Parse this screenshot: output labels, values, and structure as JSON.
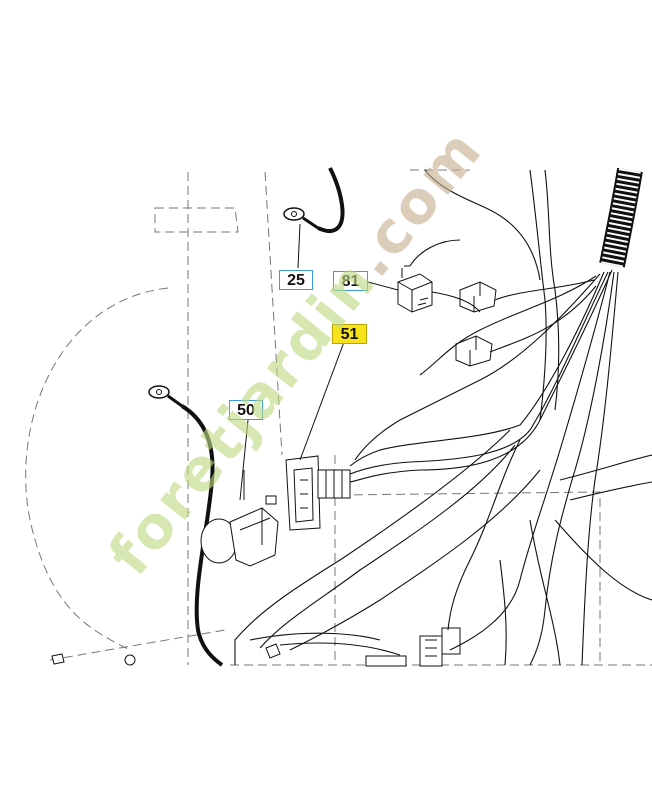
{
  "diagram": {
    "callouts": [
      {
        "id": "callout-25",
        "label": "25",
        "highlight": false
      },
      {
        "id": "callout-81",
        "label": "81",
        "highlight": false
      },
      {
        "id": "callout-51",
        "label": "51",
        "highlight": true
      },
      {
        "id": "callout-50",
        "label": "50",
        "highlight": false
      }
    ]
  },
  "watermark": {
    "text_main": "foretjardin",
    "text_suffix": ".com",
    "colors": {
      "main": "#bfd982",
      "suffix": "#c8b091"
    }
  },
  "colors": {
    "line": "#111111",
    "dashed": "#777777",
    "callout_border": "#3b9bd6",
    "callout_highlight": "#f7e21b"
  }
}
